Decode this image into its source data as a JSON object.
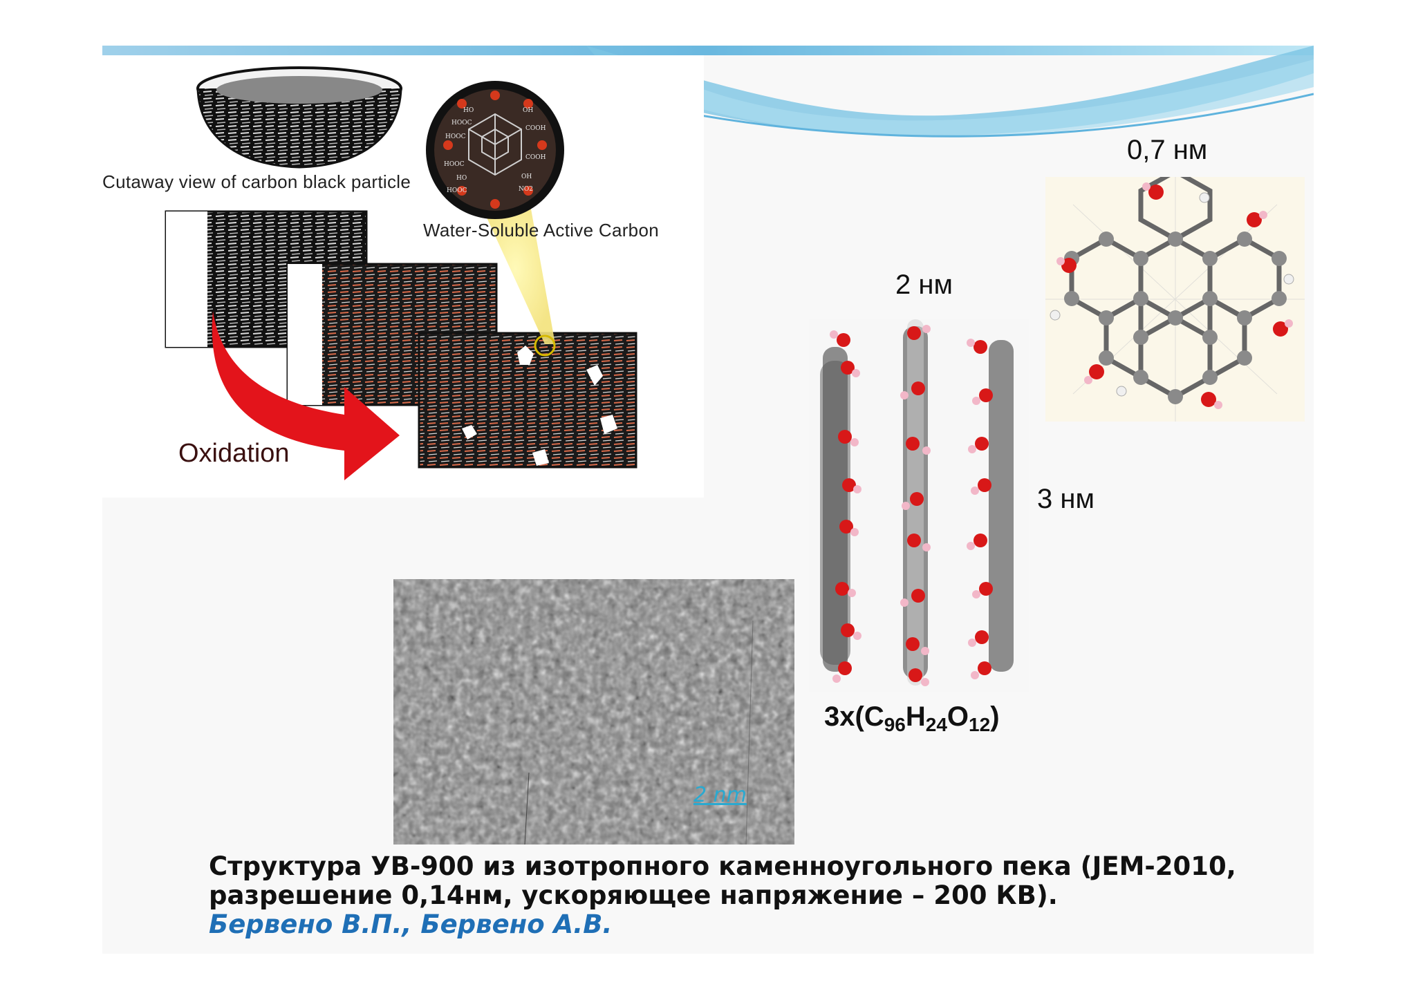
{
  "figure_left": {
    "cutaway_caption": "Cutaway view of carbon black particle",
    "water_soluble_caption": "Water-Soluble Active Carbon",
    "oxidation_label": "Oxidation",
    "functional_groups": [
      "HOOC",
      "HOOC",
      "HOOC",
      "HOOC",
      "HO",
      "HO",
      "OH",
      "OH",
      "COOH",
      "COOH",
      "NO2"
    ]
  },
  "molecule": {
    "label_07": "0,7 нм",
    "label_2": "2 нм",
    "label_3": "3 нм",
    "formula": {
      "prefix": "3x(C",
      "c": "96",
      "h_sym": "H",
      "h": "24",
      "o_sym": "O",
      "o": "12",
      "suffix": ")"
    }
  },
  "tem": {
    "scale_label": "2 nm"
  },
  "caption": {
    "line1": "Структура УВ-900 из изотропного каменноугольного пека (JEM-2010,",
    "line2": "разрешение 0,14нм, ускоряющее напряжение – 200 КВ).",
    "authors": "Бервено В.П., Бервено А.В."
  },
  "colors": {
    "banner_blue": "#7fc6e6",
    "accent_red": "#e3141b",
    "author_blue": "#1f6fb6"
  }
}
